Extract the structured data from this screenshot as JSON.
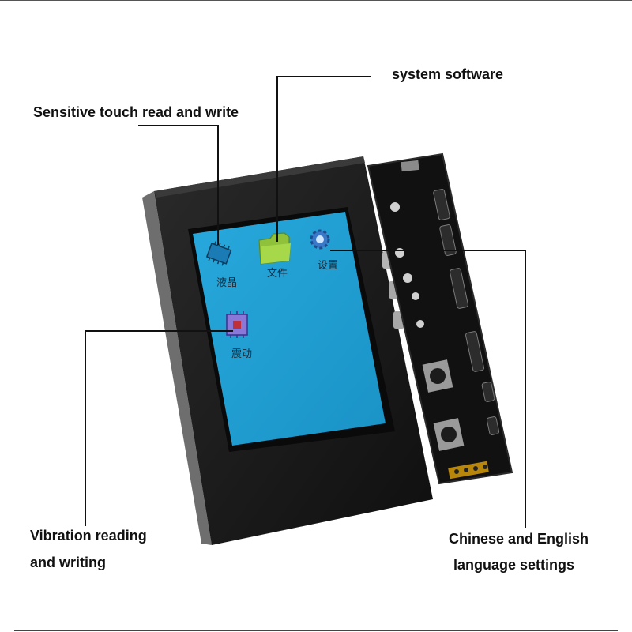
{
  "callouts": {
    "system_software": "system software",
    "touch": "Sensitive touch read and write",
    "vibration_line1": "Vibration reading",
    "vibration_line2": "and writing",
    "language_line1": "Chinese and English",
    "language_line2": "language settings"
  },
  "screen": {
    "icons": [
      {
        "label": "液晶",
        "icon": "chip-icon"
      },
      {
        "label": "文件",
        "icon": "folder-icon"
      },
      {
        "label": "设置",
        "icon": "gear-icon"
      },
      {
        "label": "震动",
        "icon": "processor-icon"
      }
    ]
  },
  "colors": {
    "screen": "#1f9fd0",
    "device_body": "#1c1c1c",
    "pcb": "#111111",
    "folder": "#8fc23a"
  }
}
